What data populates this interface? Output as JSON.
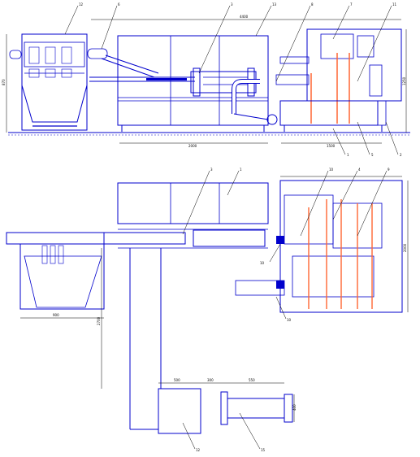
{
  "top_view": {
    "callouts": [
      "12",
      "6",
      "3",
      "13",
      "8",
      "7",
      "11",
      "1",
      "5",
      "2"
    ],
    "dim_overall_length": "4400",
    "dim_bottom_left": "2000",
    "dim_bottom_right": "1500",
    "dim_left_height": "870",
    "dim_right_height": "1250"
  },
  "plan_view": {
    "callouts": [
      "3",
      "1",
      "10",
      "4",
      "9",
      "10",
      "10",
      "15",
      "12"
    ],
    "dim_overall_width": "2000",
    "dim_vertical": "2700",
    "dim_hopper_width": "900",
    "dim_bottom_a": "500",
    "dim_bottom_b": "300",
    "dim_bottom_c": "550",
    "dim_pump_dia": "400"
  },
  "colors": {
    "line": "#0000cc",
    "accent": "#ff6633",
    "dimension": "#000000"
  }
}
